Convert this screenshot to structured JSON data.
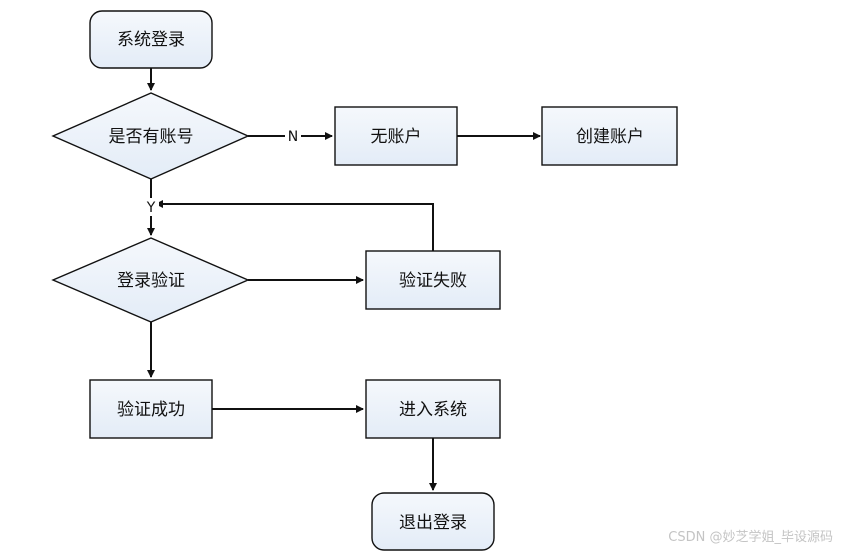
{
  "nodes": {
    "start": "系统登录",
    "has_account": "是否有账号",
    "no_account": "无账户",
    "create_account": "创建账户",
    "login_verify": "登录验证",
    "verify_fail": "验证失败",
    "verify_success": "验证成功",
    "enter_system": "进入系统",
    "logout": "退出登录"
  },
  "edge_labels": {
    "no": "N",
    "yes": "Y"
  },
  "watermark": "CSDN @妙芝学姐_毕设源码",
  "colors": {
    "node_fill": "#eaf1fa",
    "stroke": "#111111",
    "watermark": "#c4c4c4"
  }
}
